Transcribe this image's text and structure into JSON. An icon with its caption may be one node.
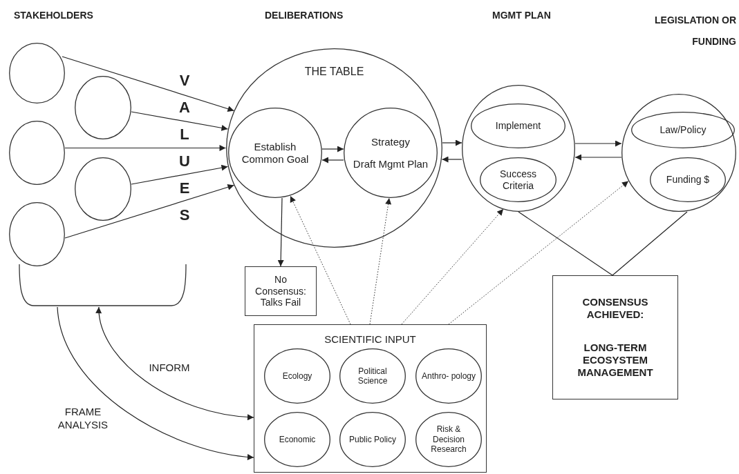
{
  "diagram": {
    "nodes": [
      {
        "text": [],
        "shape": "circle"
      },
      {
        "text": [],
        "shape": "circle"
      },
      {
        "text": [],
        "shape": "circle"
      },
      {
        "text": [],
        "shape": "circle"
      },
      {
        "text": [],
        "shape": "circle"
      },
      {
        "text": [],
        "shape": "bracket"
      },
      {
        "text": [
          "THE TABLE"
        ]
      },
      {
        "text": [
          "Establish Common Goal"
        ],
        "in": 6
      },
      {
        "text": [
          "Strategy",
          "Draft Mgmt Plan"
        ],
        "in": 6
      },
      {
        "text": [],
        "shape": "circle"
      },
      {
        "text": [
          "Implement"
        ],
        "in": 9
      },
      {
        "text": [
          "Success Criteria"
        ],
        "in": 9
      },
      {
        "text": [],
        "shape": "circle"
      },
      {
        "text": [
          "Law/Policy"
        ],
        "in": 12
      },
      {
        "text": [
          "Funding $"
        ],
        "in": 12
      },
      {
        "text": [
          "No Consensus: Talks Fail"
        ]
      },
      {
        "text": [
          "CONSENSUS ACHIEVED:",
          "LONG-TERM ECOSYSTEM MANAGEMENT"
        ]
      },
      {
        "text": [
          "SCIENTIFIC INPUT"
        ]
      },
      {
        "text": [
          "Ecology"
        ],
        "in": 17
      },
      {
        "text": [
          "Political Science"
        ],
        "in": 17
      },
      {
        "text": [
          "Anthro- pology"
        ],
        "in": 17
      },
      {
        "text": [
          "Economic"
        ],
        "in": 17
      },
      {
        "text": [
          "Public Policy"
        ],
        "in": 17
      },
      {
        "text": [
          "Risk & Decision Research"
        ],
        "in": 17
      }
    ],
    "edges": [
      {
        "from": 0,
        "to": 6,
        "arrow": "to"
      },
      {
        "from": 1,
        "to": 6,
        "arrow": "to"
      },
      {
        "from": 2,
        "to": 6,
        "arrow": "to"
      },
      {
        "from": 3,
        "to": 6,
        "arrow": "to"
      },
      {
        "from": 4,
        "to": 6,
        "arrow": "to"
      },
      {
        "from": 7,
        "to": 8,
        "arrow": "to"
      },
      {
        "from": 8,
        "to": 7,
        "arrow": "to"
      },
      {
        "from": 6,
        "to": 9,
        "arrow": "to"
      },
      {
        "from": 9,
        "to": 6,
        "arrow": "to"
      },
      {
        "from": 9,
        "to": 12,
        "arrow": "to"
      },
      {
        "from": 12,
        "to": 9,
        "arrow": "to"
      },
      {
        "from": 7,
        "to": 15,
        "arrow": "to"
      },
      {
        "from": 17,
        "to": 7,
        "arrow": "to",
        "style": "dashed"
      },
      {
        "from": 17,
        "to": 8,
        "arrow": "to",
        "style": "dashed"
      },
      {
        "from": 17,
        "to": 9,
        "arrow": "to",
        "style": "dashed"
      },
      {
        "from": 17,
        "to": 12,
        "arrow": "to",
        "style": "dashed"
      },
      {
        "from": 9,
        "to": 16,
        "arrow": "none"
      },
      {
        "from": 12,
        "to": 16,
        "arrow": "none"
      },
      {
        "from": 5,
        "to": 17,
        "label": "INFORM",
        "arrow": "both"
      },
      {
        "from": 5,
        "to": 17,
        "label": "FRAME ANALYSIS",
        "arrow": "to"
      }
    ],
    "labels": [
      "STAKEHOLDERS",
      "DELIBERATIONS",
      "MGMT PLAN",
      "LEGISLATION OR FUNDING",
      "VALUES"
    ]
  }
}
